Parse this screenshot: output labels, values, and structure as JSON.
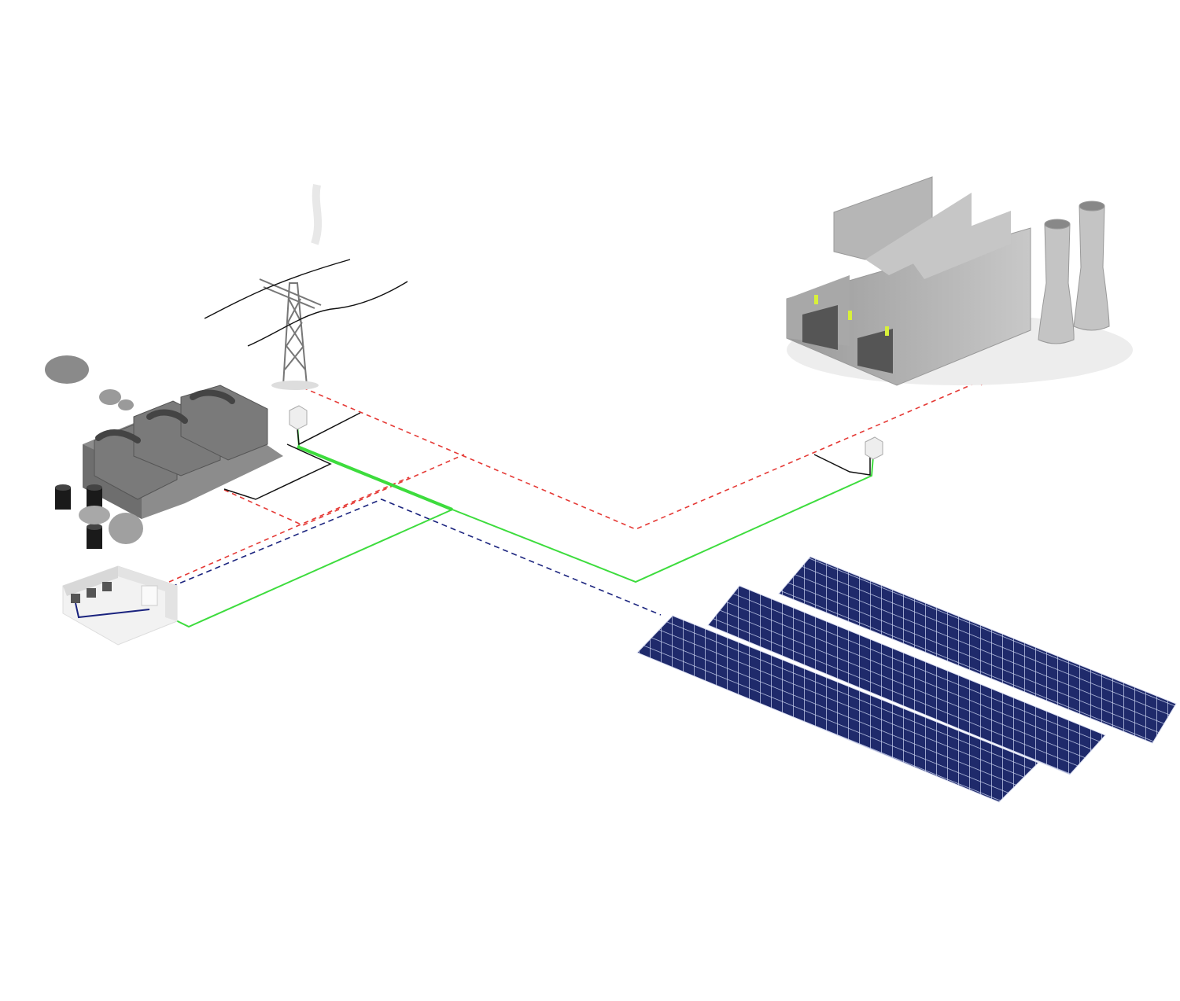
{
  "diagram": {
    "nodes": [
      {
        "id": "transmission-pylon",
        "icon": "power-pylon-icon"
      },
      {
        "id": "generator-plant",
        "icon": "generator-icon"
      },
      {
        "id": "control-room",
        "icon": "control-room-icon"
      },
      {
        "id": "factory",
        "icon": "factory-icon"
      },
      {
        "id": "solar-array",
        "icon": "solar-panel-icon"
      },
      {
        "id": "junction-box-left",
        "icon": "junction-box-icon"
      },
      {
        "id": "junction-box-right",
        "icon": "junction-box-icon"
      }
    ],
    "colors": {
      "background": "#ffffff",
      "power_line": "#e53935",
      "data_line": "#1a237e",
      "green_line": "#3ddc3d",
      "black_line": "#111111",
      "building": "#b8b8b8",
      "solar_panel": "#1f2a6b",
      "solar_grid": "#c9d2ef"
    }
  }
}
